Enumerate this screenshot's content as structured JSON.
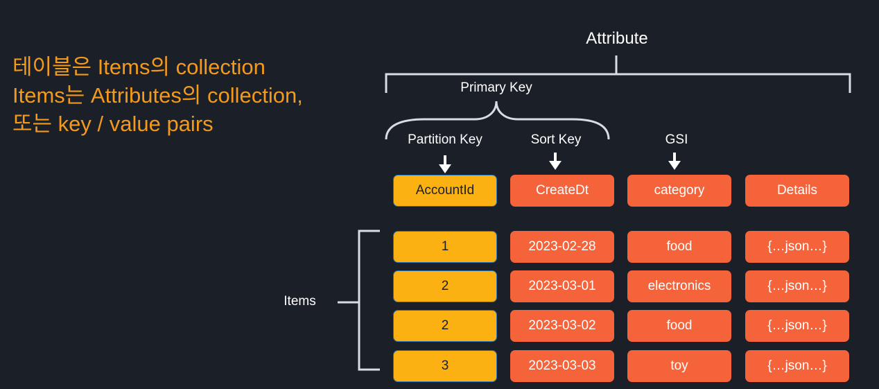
{
  "heading": {
    "line1": "테이블은 Items의 collection",
    "line2": "Items는 Attributes의 collection,",
    "line3": "또는 key / value pairs"
  },
  "labels": {
    "attribute": "Attribute",
    "primary_key": "Primary Key",
    "partition_key": "Partition Key",
    "sort_key": "Sort Key",
    "gsi": "GSI",
    "items": "Items"
  },
  "columns": [
    "AccountId",
    "CreateDt",
    "category",
    "Details"
  ],
  "rows": [
    [
      "1",
      "2023-02-28",
      "food",
      "{…json…}"
    ],
    [
      "2",
      "2023-03-01",
      "electronics",
      "{…json…}"
    ],
    [
      "2",
      "2023-03-02",
      "food",
      "{…json…}"
    ],
    [
      "3",
      "2023-03-03",
      "toy",
      "{…json…}"
    ]
  ],
  "colors": {
    "background": "#1b1f28",
    "heading_text": "#f39a1c",
    "key_cell": "#fbb111",
    "attribute_cell": "#f5633b",
    "bracket": "#d9dde3"
  }
}
